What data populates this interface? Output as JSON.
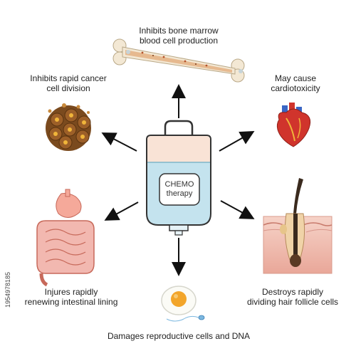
{
  "bag": {
    "label_line1": "CHEMO",
    "label_line2": "therapy"
  },
  "effects": {
    "bone": {
      "line1": "Inhibits bone marrow",
      "line2": "blood cell production"
    },
    "cancer": {
      "line1": "Inhibits rapid cancer",
      "line2": "cell division"
    },
    "heart": {
      "line1": "May cause",
      "line2": "cardiotoxicity"
    },
    "intestine": {
      "line1": "Injures rapidly",
      "line2": "renewing intestinal lining"
    },
    "hair": {
      "line1": "Destroys rapidly",
      "line2": "dividing hair follicle cells"
    },
    "reproductive": {
      "line1": "Damages reproductive cells and DNA"
    }
  },
  "watermark": {
    "id": "1954978185"
  },
  "colors": {
    "bag_liquid": "#c4e3ee",
    "bag_top": "#f9e3d6",
    "arrow": "#111111",
    "heart": "#d0342c",
    "tumor": "#7a4a1e",
    "skin": "#f3c2b8",
    "intestine": "#f2b8b0",
    "stomach": "#f5a99a",
    "bone": "#f3e8d4"
  }
}
